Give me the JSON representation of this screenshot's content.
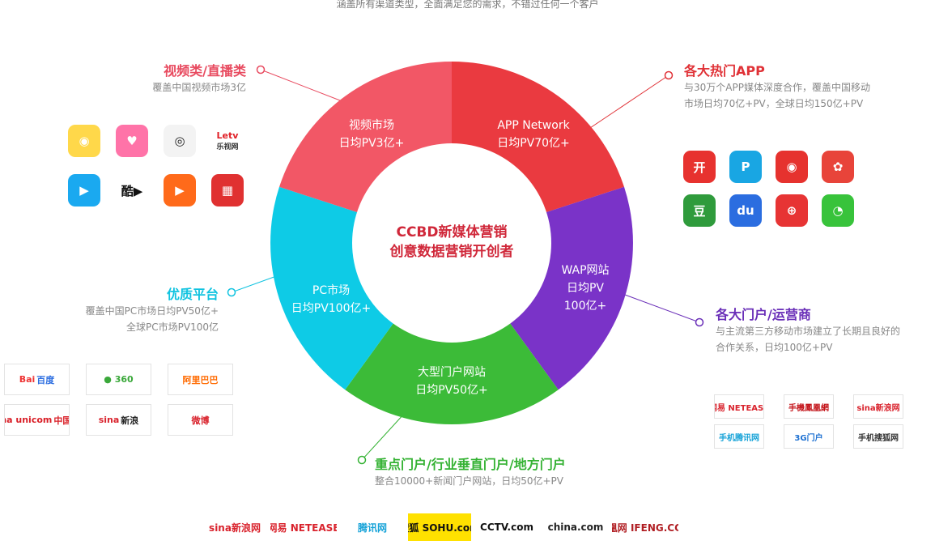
{
  "subtitle": "涵盖所有渠道类型，全面满足您的需求，不错过任何一个客户",
  "center": {
    "line1": "CCBD新媒体营销",
    "line2": "创意数据营销开创者"
  },
  "segments": {
    "video": {
      "line1": "视频市场",
      "line2": "日均PV3亿+",
      "color": "#f25766"
    },
    "app": {
      "line1": "APP Network",
      "line2": "日均PV70亿+",
      "color": "#ea3a40"
    },
    "wap": {
      "line1": "WAP网站",
      "line2": "日均PV",
      "line3": "100亿+",
      "color": "#7a33c8"
    },
    "portal": {
      "line1": "大型门户网站",
      "line2": "日均PV50亿+",
      "color": "#3cbb38"
    },
    "pc": {
      "line1": "PC市场",
      "line2": "日均PV100亿+",
      "color": "#0ecbe6"
    }
  },
  "sections": {
    "video": {
      "title": "视频类/直播类",
      "desc1": "覆盖中国视频市场3亿",
      "color": "#e84a5f"
    },
    "app": {
      "title": "各大热门APP",
      "desc1": "与30万个APP媒体深度合作，覆盖中国移动",
      "desc2": "市场日均70亿+PV，全球日均150亿+PV",
      "color": "#e03237"
    },
    "pc": {
      "title": "优质平台",
      "desc1": "覆盖中国PC市场日均PV50亿+",
      "desc2": "全球PC市场PV100亿",
      "color": "#10c3e0"
    },
    "wap": {
      "title": "各大门户/运营商",
      "desc1": "与主流第三方移动市场建立了长期且良好的",
      "desc2": "合作关系，日均100亿+PV",
      "color": "#6a2fb8"
    },
    "portal": {
      "title": "重点门户/行业垂直门户/地方门户",
      "desc1": "整合10000+新闻门户网站，日均50亿+PV",
      "color": "#34b233"
    }
  },
  "video_icons": [
    {
      "name": "camera-app-icon",
      "glyph": "◉",
      "bg": "#ffd84a",
      "fg": "#ffffff"
    },
    {
      "name": "heart-camera-app-icon",
      "glyph": "♥",
      "bg": "#ff73a8",
      "fg": "#ffffff"
    },
    {
      "name": "green-camera-app-icon",
      "glyph": "◎",
      "bg": "#f3f3f3",
      "fg": "#222222"
    },
    {
      "name": "letv-logo-icon",
      "glyph": "Letv",
      "sub": "乐视网",
      "bg": "#ffffff",
      "fg": "#e01f26"
    },
    {
      "name": "play-button-app-icon",
      "glyph": "▶",
      "bg": "#1aa9f0",
      "fg": "#ffffff"
    },
    {
      "name": "kuku-video-logo-icon",
      "glyph": "酷▶",
      "bg": "#ffffff",
      "fg": "#111111"
    },
    {
      "name": "orange-tv-app-icon",
      "glyph": "▶",
      "bg": "#ff6a1a",
      "fg": "#ffffff"
    },
    {
      "name": "radio-app-icon",
      "glyph": "▦",
      "bg": "#e03131",
      "fg": "#ffffff"
    }
  ],
  "app_icons": [
    {
      "name": "kai-app-icon",
      "glyph": "开",
      "bg": "#e7322f",
      "fg": "#ffffff"
    },
    {
      "name": "p-app-icon",
      "glyph": "P",
      "bg": "#19a6e3",
      "fg": "#ffffff"
    },
    {
      "name": "weibo-app-icon",
      "glyph": "◉",
      "bg": "#e6322e",
      "fg": "#ffffff"
    },
    {
      "name": "red-bird-app-icon",
      "glyph": "✿",
      "bg": "#e8443a",
      "fg": "#ffffff"
    },
    {
      "name": "douban-app-icon",
      "glyph": "豆",
      "bg": "#2f9b3c",
      "fg": "#ffffff"
    },
    {
      "name": "baidu-app-icon",
      "glyph": "du",
      "bg": "#2b6de0",
      "fg": "#ffffff"
    },
    {
      "name": "railway-app-icon",
      "glyph": "⊕",
      "bg": "#e73434",
      "fg": "#ffffff"
    },
    {
      "name": "wechat-app-icon",
      "glyph": "◔",
      "bg": "#38c33b",
      "fg": "#ffffff"
    }
  ],
  "pc_logos": [
    {
      "name": "baidu-logo",
      "text": "Bai",
      "highlight": "百度",
      "fg": "#e33",
      "fg2": "#2b6de0"
    },
    {
      "name": "360-logo",
      "text": "● 360",
      "highlight": "",
      "fg": "#3aa83a",
      "fg2": "#3aa83a"
    },
    {
      "name": "alibaba-logo",
      "text": "阿里巴巴",
      "highlight": "",
      "fg": "#ff6a00",
      "fg2": "#ff6a00"
    },
    {
      "name": "china-unicom-logo",
      "text": "China unicom",
      "highlight": "中国联通",
      "fg": "#d91e26",
      "fg2": "#d91e26"
    },
    {
      "name": "sina-logo",
      "text": "sina",
      "highlight": "新浪",
      "fg": "#d9232d",
      "fg2": "#222222"
    },
    {
      "name": "weibo-logo",
      "text": "微博",
      "highlight": "",
      "fg": "#d9232d",
      "fg2": "#d9232d"
    }
  ],
  "wap_logos": [
    {
      "name": "netease-163-logo",
      "text": "网易 NETEASE",
      "fg": "#d9232d"
    },
    {
      "name": "ifeng-3g-logo",
      "text": "手機鳳凰網",
      "fg": "#c4161c"
    },
    {
      "name": "sina-com-logo",
      "text": "sina新浪网",
      "fg": "#d9232d"
    },
    {
      "name": "tencent-3g-logo",
      "text": "手机腾讯网",
      "fg": "#17a3d8"
    },
    {
      "name": "3g-portal-logo",
      "text": "3G门户",
      "fg": "#1b6fd1"
    },
    {
      "name": "sohu-3g-logo",
      "text": "手机搜狐网",
      "fg": "#333333"
    }
  ],
  "footer_logos": [
    {
      "name": "sina-footer-logo",
      "text": "sina新浪网",
      "fg": "#d9232d",
      "bg": "#ffffff"
    },
    {
      "name": "netease-footer-logo",
      "text": "网易 NETEASE",
      "fg": "#d9232d",
      "bg": "#ffffff"
    },
    {
      "name": "qq-news-footer-logo",
      "text": "腾讯网",
      "fg": "#17a3d8",
      "bg": "#ffffff"
    },
    {
      "name": "sohu-footer-logo",
      "text": "搜狐 SOHU.com",
      "fg": "#111111",
      "bg": "#ffe100"
    },
    {
      "name": "cctv-footer-logo",
      "text": "CCTV.com",
      "fg": "#111111",
      "bg": "#ffffff"
    },
    {
      "name": "china-com-footer-logo",
      "text": "china.com",
      "fg": "#222222",
      "bg": "#ffffff"
    },
    {
      "name": "ifeng-footer-logo",
      "text": "凤凰网 IFENG.COM",
      "fg": "#b01e23",
      "bg": "#ffffff"
    }
  ]
}
